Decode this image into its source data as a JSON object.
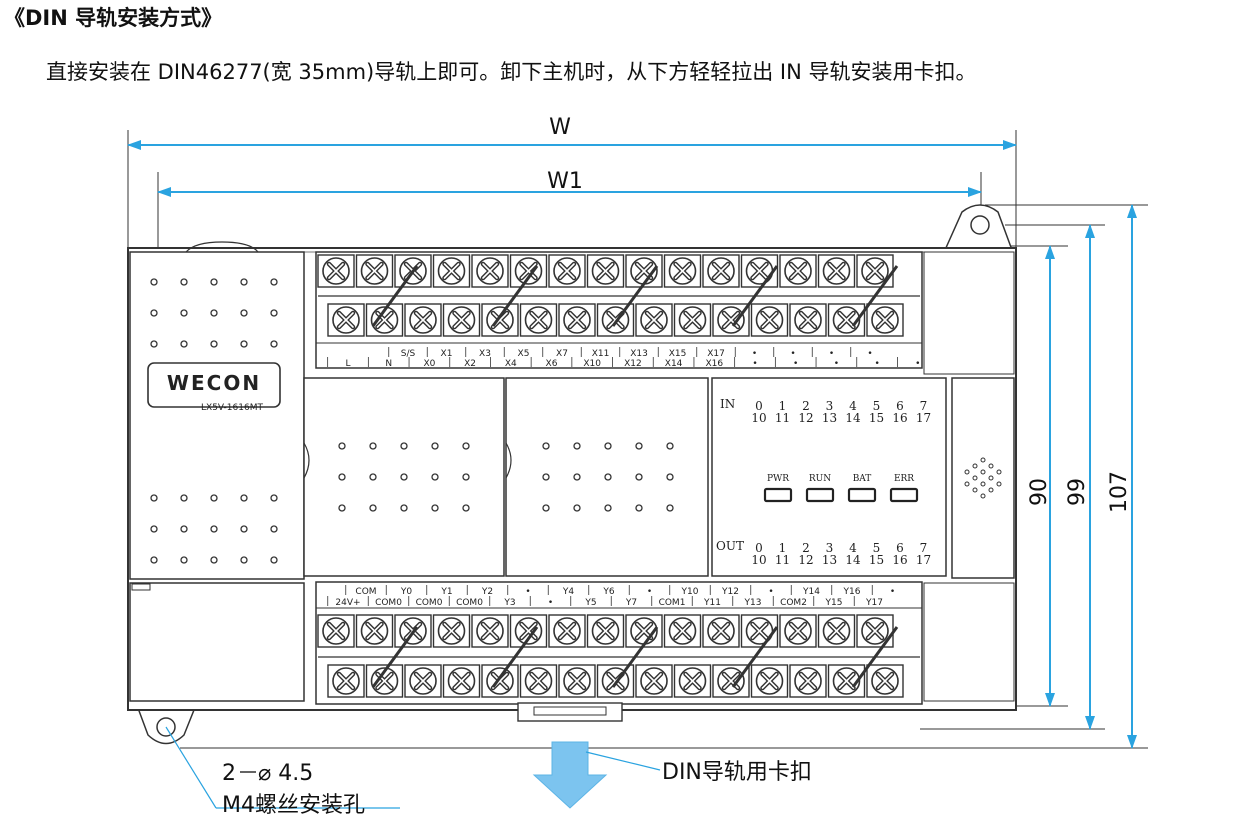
{
  "heading": "《DIN 导轨安装方式》",
  "description": "直接安装在 DIN46277(宽 35mm)导轨上即可。卸下主机时，从下方轻轻拉出 IN 导轨安装用卡扣。",
  "dimensions": {
    "width_label": "W",
    "width1_label": "W1",
    "height_90": "90",
    "height_99": "99",
    "height_107": "107"
  },
  "device": {
    "brand": "WECON",
    "model": "LX5V-1616MT",
    "in_label": "IN",
    "out_label": "OUT",
    "in_row1": [
      "0",
      "1",
      "2",
      "3",
      "4",
      "5",
      "6",
      "7"
    ],
    "in_row2": [
      "10",
      "11",
      "12",
      "13",
      "14",
      "15",
      "16",
      "17"
    ],
    "out_row1": [
      "0",
      "1",
      "2",
      "3",
      "4",
      "5",
      "6",
      "7"
    ],
    "out_row2": [
      "10",
      "11",
      "12",
      "13",
      "14",
      "15",
      "16",
      "17"
    ],
    "leds": [
      "PWR",
      "RUN",
      "BAT",
      "ERR"
    ],
    "top_terminals_upper": [
      "S/S",
      "X1",
      "X3",
      "X5",
      "X7",
      "X11",
      "X13",
      "X15",
      "X17",
      "•",
      "•",
      "•",
      "•"
    ],
    "top_terminals_lower": [
      "L",
      "N",
      "X0",
      "X2",
      "X4",
      "X6",
      "X10",
      "X12",
      "X14",
      "X16",
      "•",
      "•",
      "•",
      "•",
      "•"
    ],
    "bottom_terminals_upper": [
      "COM",
      "Y0",
      "Y1",
      "Y2",
      "•",
      "Y4",
      "Y6",
      "•",
      "Y10",
      "Y12",
      "•",
      "Y14",
      "Y16",
      "•"
    ],
    "bottom_terminals_lower": [
      "24V+",
      "COM0",
      "COM0",
      "COM0",
      "Y3",
      "•",
      "Y5",
      "Y7",
      "COM1",
      "Y11",
      "Y13",
      "COM2",
      "Y15",
      "Y17"
    ]
  },
  "callouts": {
    "hole_count": "2",
    "hole_dia": "⌀ 4.5",
    "hole_desc": "M4螺丝安装孔",
    "din_clip": "DIN导轨用卡扣"
  },
  "colors": {
    "dimension_line": "#2aa3e0",
    "outline": "#333333",
    "arrow_fill": "#7cc4ef"
  }
}
